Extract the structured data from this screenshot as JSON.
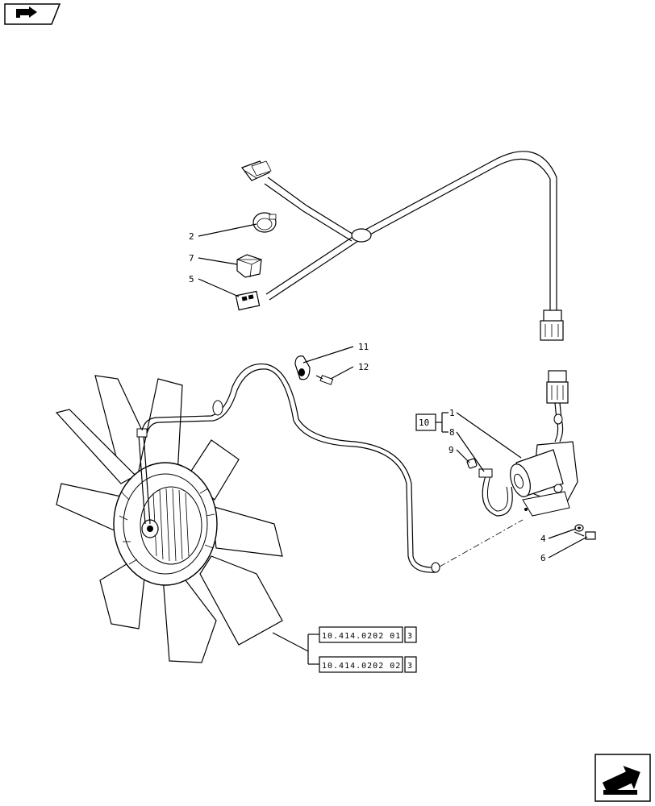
{
  "diagram": {
    "callouts": {
      "c1": "1",
      "c2": "2",
      "c4": "4",
      "c5": "5",
      "c6": "6",
      "c7": "7",
      "c8": "8",
      "c9": "9",
      "c10": "10",
      "c11": "11",
      "c12": "12"
    },
    "references": [
      {
        "code": "10.414.0202 01",
        "sheet": "3"
      },
      {
        "code": "10.414.0202 02",
        "sheet": "3"
      }
    ]
  },
  "icons": {
    "top_left": "previous-page-arrow-icon",
    "bottom_right": "next-page-arrow-icon"
  }
}
